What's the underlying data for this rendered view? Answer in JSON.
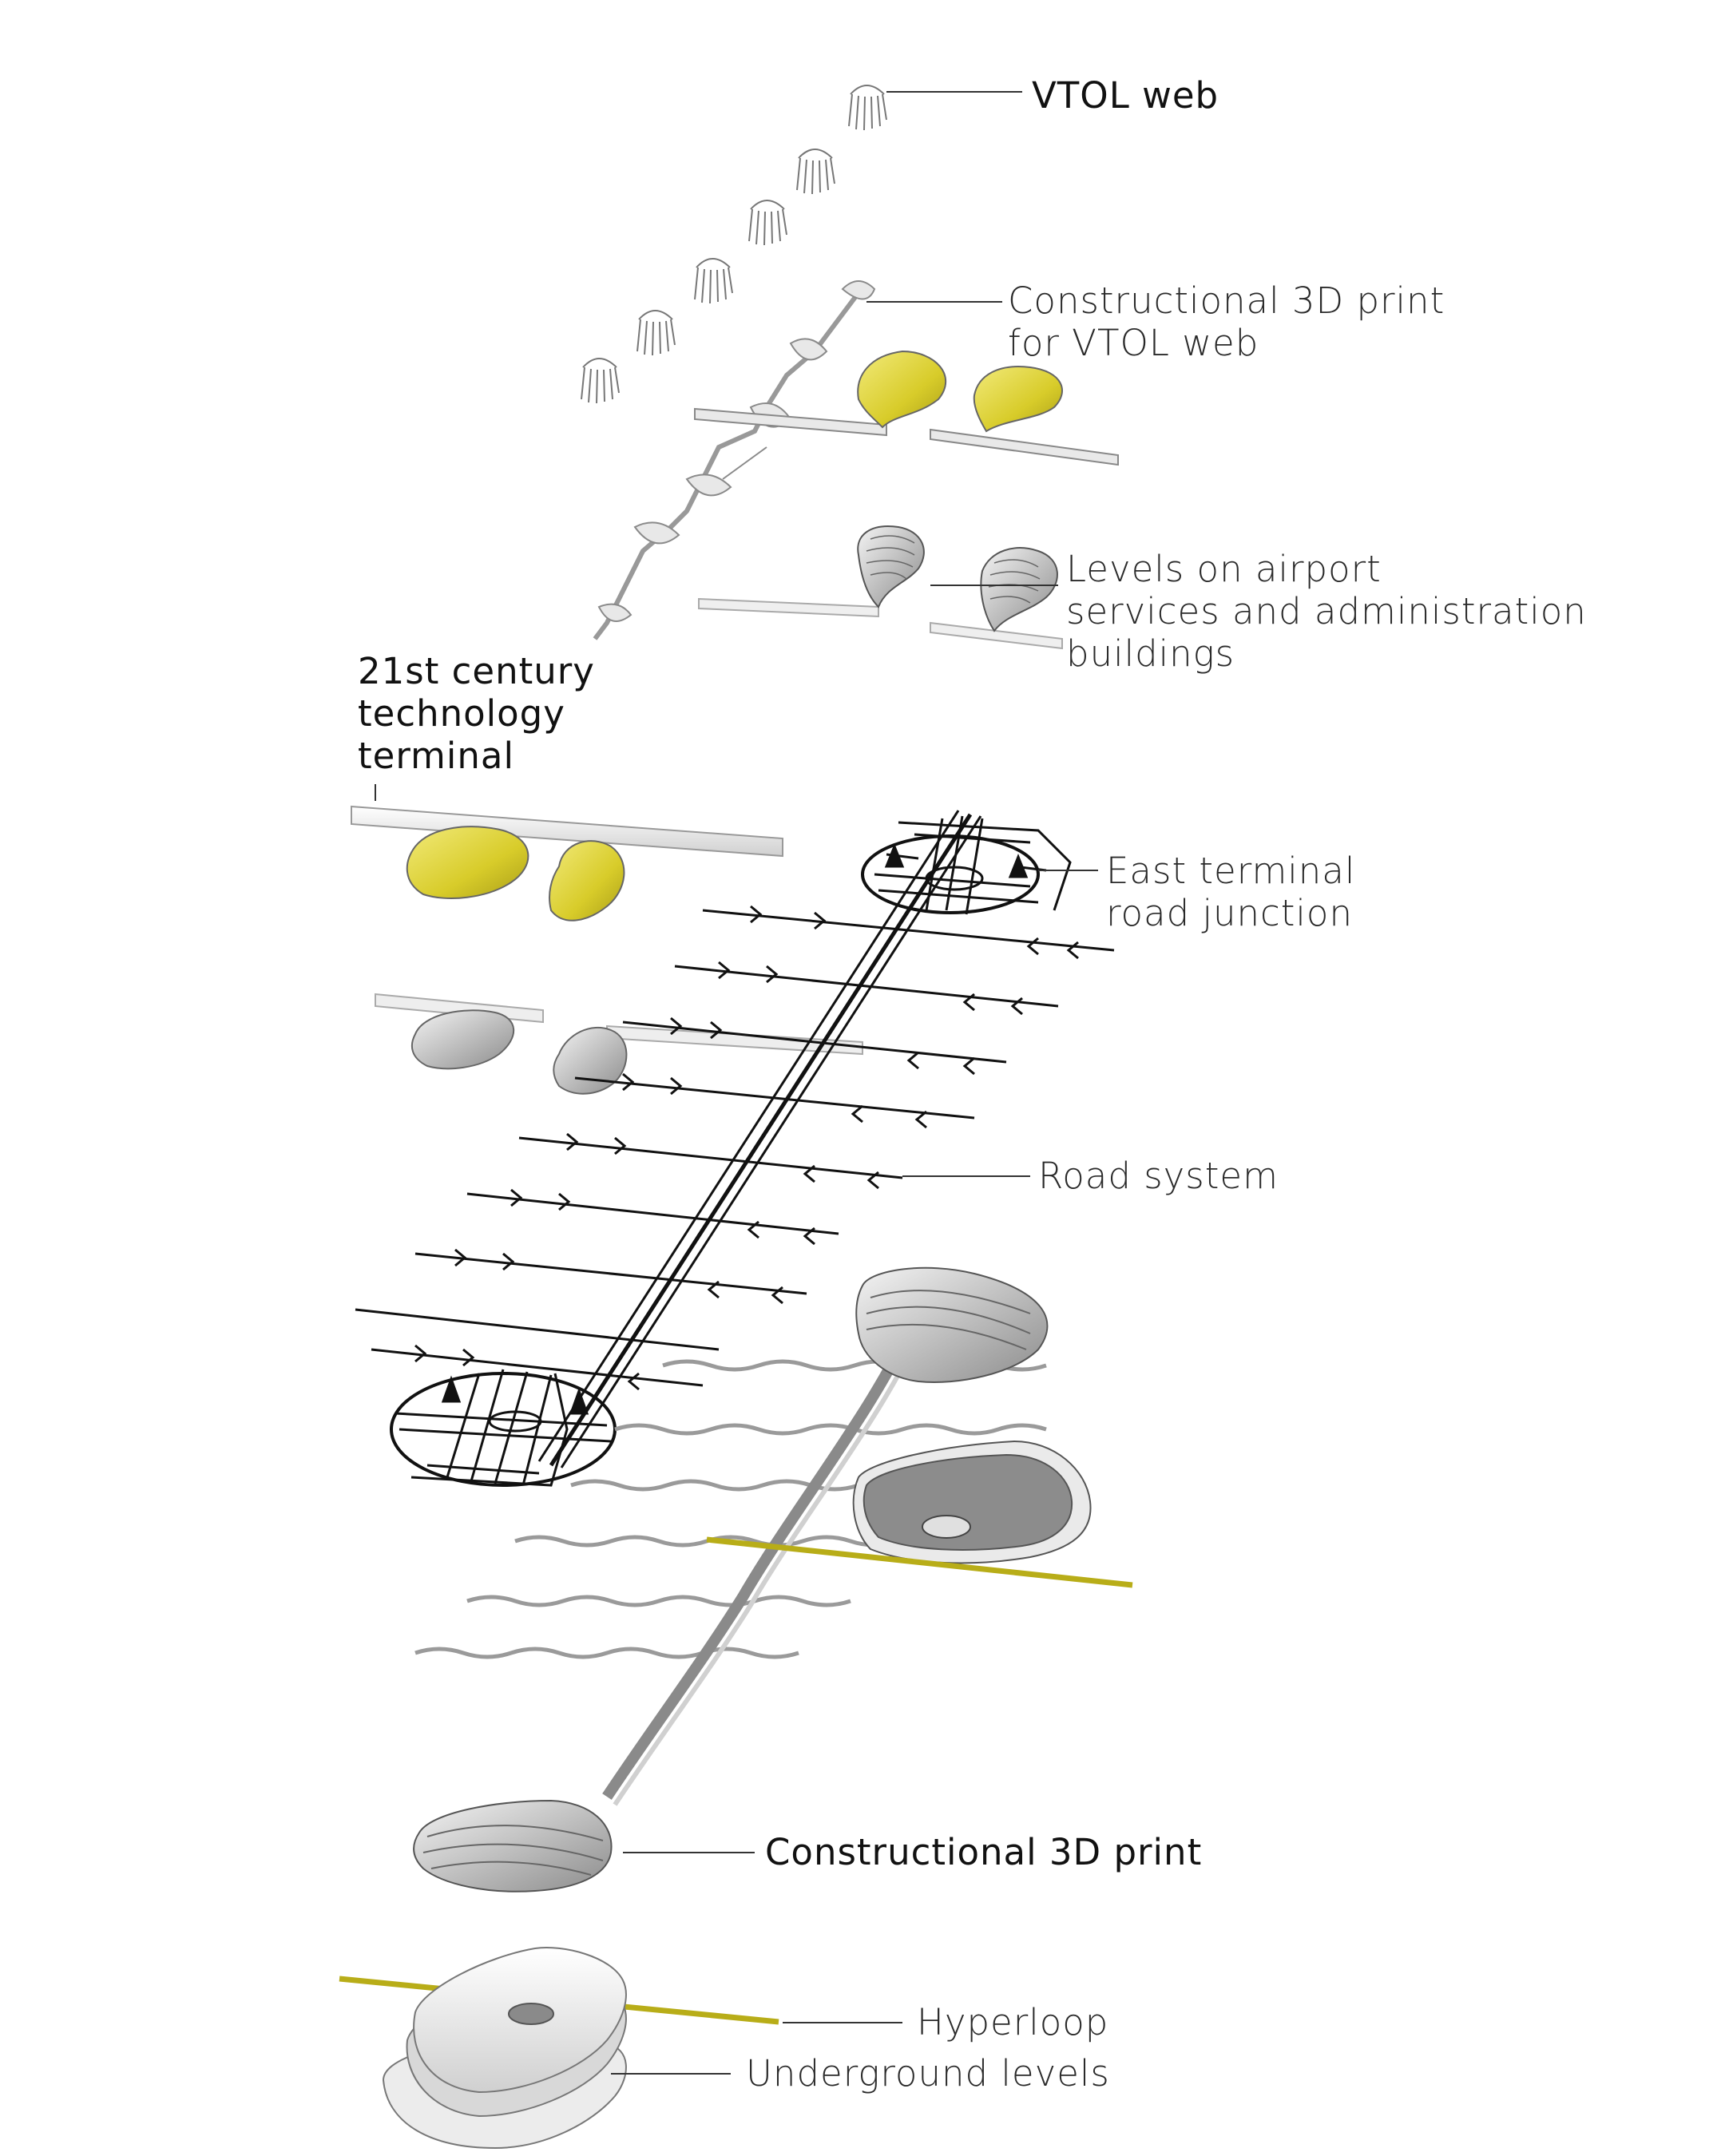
{
  "labels": {
    "vtol_web": "VTOL web",
    "print_vtol": [
      "Constructional 3D print",
      "for VTOL web"
    ],
    "levels_admin": [
      "Levels on airport",
      "services and administration",
      "buildings"
    ],
    "terminal": [
      "21st century",
      "technology",
      "terminal"
    ],
    "east_junction": [
      "East terminal",
      "road junction"
    ],
    "road_system": "Road system",
    "print_main": "Constructional 3D print",
    "hyperloop": "Hyperloop",
    "underground": "Underground levels"
  },
  "colors": {
    "accent_yellow": "#d8cc2a",
    "line": "#111111",
    "structure_grey": "#9a9a9a",
    "surface_light": "#e6e6e6"
  }
}
